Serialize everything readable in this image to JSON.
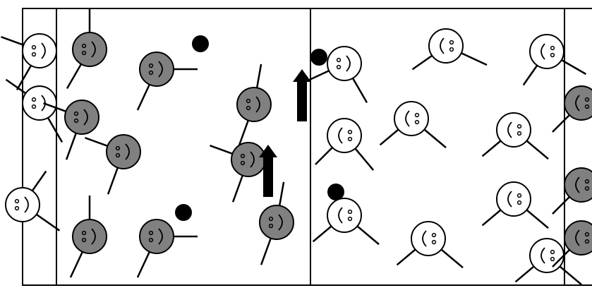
{
  "figure": {
    "colors": {
      "background": "#ffffff",
      "stroke": "#000000",
      "light_face": "#ffffff",
      "dark_face": "#808080",
      "ball": "#000000",
      "arrow": "#000000"
    },
    "zones": [
      "left-strip",
      "gray-side",
      "white-side",
      "right-strip"
    ],
    "players": [
      {
        "team": "light",
        "zone": "left-strip",
        "facing": "right"
      },
      {
        "team": "light",
        "zone": "left-strip",
        "facing": "right"
      },
      {
        "team": "light",
        "zone": "left-strip",
        "facing": "right"
      },
      {
        "team": "dark",
        "zone": "gray-side",
        "facing": "right"
      },
      {
        "team": "dark",
        "zone": "gray-side",
        "facing": "right",
        "has_ball": true
      },
      {
        "team": "dark",
        "zone": "gray-side",
        "facing": "right"
      },
      {
        "team": "dark",
        "zone": "gray-side",
        "facing": "right"
      },
      {
        "team": "dark",
        "zone": "gray-side",
        "facing": "right"
      },
      {
        "team": "dark",
        "zone": "gray-side",
        "facing": "right"
      },
      {
        "team": "dark",
        "zone": "gray-side",
        "facing": "right",
        "has_ball": true
      },
      {
        "team": "dark",
        "zone": "gray-side",
        "facing": "right"
      },
      {
        "team": "dark",
        "zone": "gray-side",
        "facing": "right"
      },
      {
        "team": "light",
        "zone": "white-side",
        "facing": "right",
        "has_ball": true
      },
      {
        "team": "light",
        "zone": "white-side",
        "facing": "left"
      },
      {
        "team": "light",
        "zone": "white-side",
        "facing": "left"
      },
      {
        "team": "light",
        "zone": "white-side",
        "facing": "left"
      },
      {
        "team": "light",
        "zone": "white-side",
        "facing": "left"
      },
      {
        "team": "light",
        "zone": "white-side",
        "facing": "left",
        "has_ball": true
      },
      {
        "team": "light",
        "zone": "white-side",
        "facing": "left"
      },
      {
        "team": "light",
        "zone": "white-side",
        "facing": "left"
      },
      {
        "team": "light",
        "zone": "white-side",
        "facing": "left"
      },
      {
        "team": "light",
        "zone": "white-side",
        "facing": "left"
      },
      {
        "team": "dark",
        "zone": "right-strip",
        "facing": "left"
      },
      {
        "team": "dark",
        "zone": "right-strip",
        "facing": "left"
      },
      {
        "team": "dark",
        "zone": "right-strip",
        "facing": "left"
      }
    ],
    "arrows": [
      {
        "direction": "up"
      },
      {
        "direction": "up"
      }
    ]
  }
}
